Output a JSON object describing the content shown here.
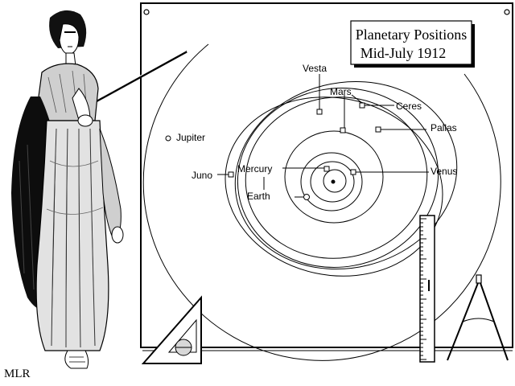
{
  "title": {
    "line1": "Planetary Positions",
    "line2": "Mid-July 1912"
  },
  "planets": [
    {
      "name": "Vesta"
    },
    {
      "name": "Mars"
    },
    {
      "name": "Ceres"
    },
    {
      "name": "Pallas"
    },
    {
      "name": "Jupiter"
    },
    {
      "name": "Juno"
    },
    {
      "name": "Mercury"
    },
    {
      "name": "Venus"
    },
    {
      "name": "Earth"
    }
  ],
  "signature": "MLR",
  "colors": {
    "ink": "#000000",
    "paper": "#ffffff",
    "shade": "#b0b0b0"
  }
}
